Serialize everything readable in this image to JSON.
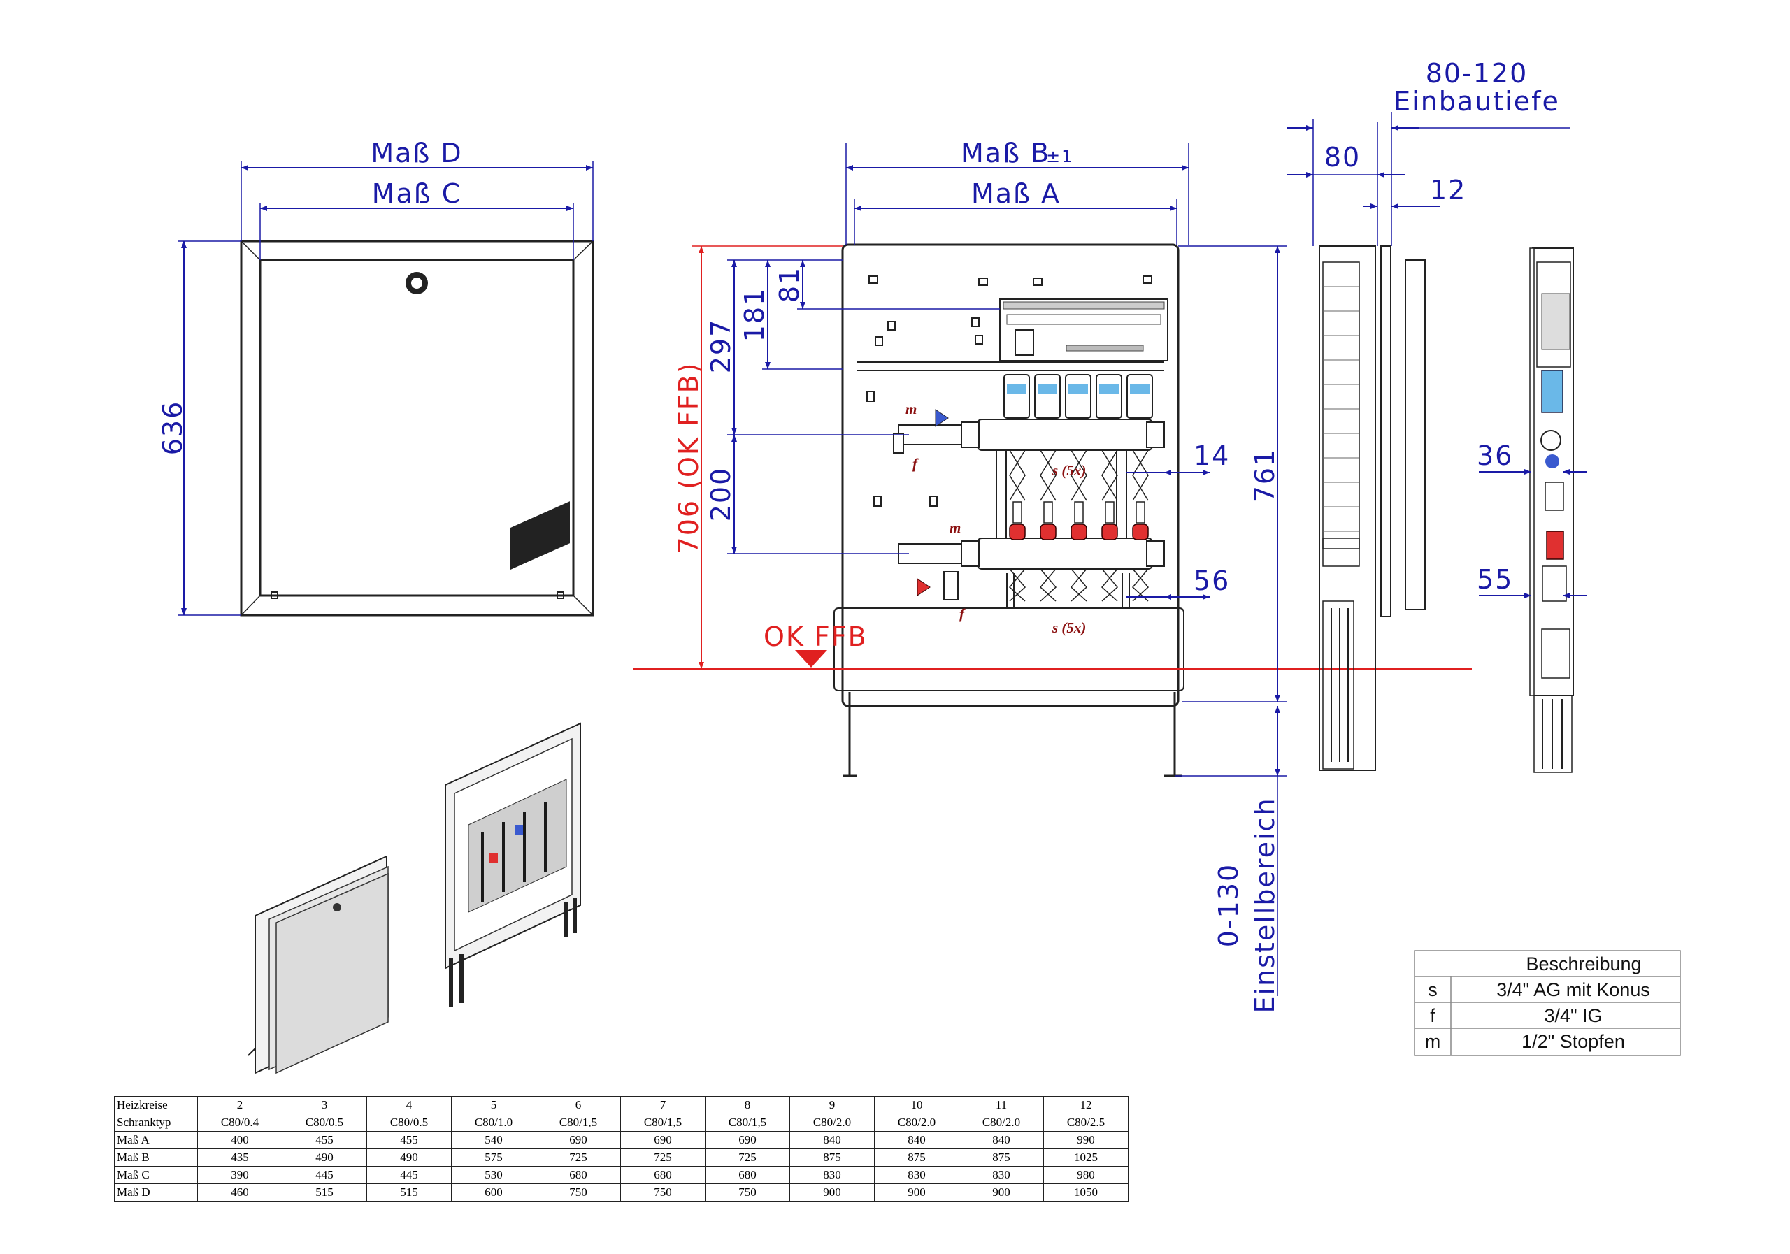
{
  "dimensions": {
    "mass_d": "Maß D",
    "mass_c": "Maß C",
    "mass_b": "Maß B",
    "mass_b_tol": "±1",
    "mass_a": "Maß A",
    "height_636": "636",
    "height_706": "706 (OK FFB)",
    "d81": "81",
    "d181": "181",
    "d297": "297",
    "d200": "200",
    "d14": "14",
    "d56": "56",
    "d761": "761",
    "depth_range": "80-120",
    "depth_label": "Einbautiefe",
    "d80": "80",
    "d12": "12",
    "d36": "36",
    "d55": "55",
    "adjust_range": "0-130",
    "adjust_label": "Einstellbereich"
  },
  "labels": {
    "floor": "OK FFB",
    "m": "m",
    "f": "f",
    "s5x": "s (5x)"
  },
  "description": {
    "header": "Beschreibung",
    "rows": [
      {
        "key": "s",
        "value": "3/4\" AG mit Konus"
      },
      {
        "key": "f",
        "value": "3/4\" IG"
      },
      {
        "key": "m",
        "value": "1/2\" Stopfen"
      }
    ]
  },
  "spec_table": {
    "rows": [
      {
        "label": "Heizkreise",
        "values": [
          "2",
          "3",
          "4",
          "5",
          "6",
          "7",
          "8",
          "9",
          "10",
          "11",
          "12"
        ]
      },
      {
        "label": "Schranktyp",
        "values": [
          "C80/0.4",
          "C80/0.5",
          "C80/0.5",
          "C80/1.0",
          "C80/1,5",
          "C80/1,5",
          "C80/1,5",
          "C80/2.0",
          "C80/2.0",
          "C80/2.0",
          "C80/2.5"
        ]
      },
      {
        "label": "Maß A",
        "values": [
          "400",
          "455",
          "455",
          "540",
          "690",
          "690",
          "690",
          "840",
          "840",
          "840",
          "990"
        ]
      },
      {
        "label": "Maß B",
        "values": [
          "435",
          "490",
          "490",
          "575",
          "725",
          "725",
          "725",
          "875",
          "875",
          "875",
          "1025"
        ]
      },
      {
        "label": "Maß C",
        "values": [
          "390",
          "445",
          "445",
          "530",
          "680",
          "680",
          "680",
          "830",
          "830",
          "830",
          "980"
        ]
      },
      {
        "label": "Maß D",
        "values": [
          "460",
          "515",
          "515",
          "600",
          "750",
          "750",
          "750",
          "900",
          "900",
          "900",
          "1050"
        ]
      }
    ]
  },
  "colors": {
    "dimension": "#1a1aa6",
    "floor_line": "#e02020",
    "valve_red": "#e03030",
    "valve_blue": "#6ab8e8",
    "label_brown": "#8b1010"
  }
}
